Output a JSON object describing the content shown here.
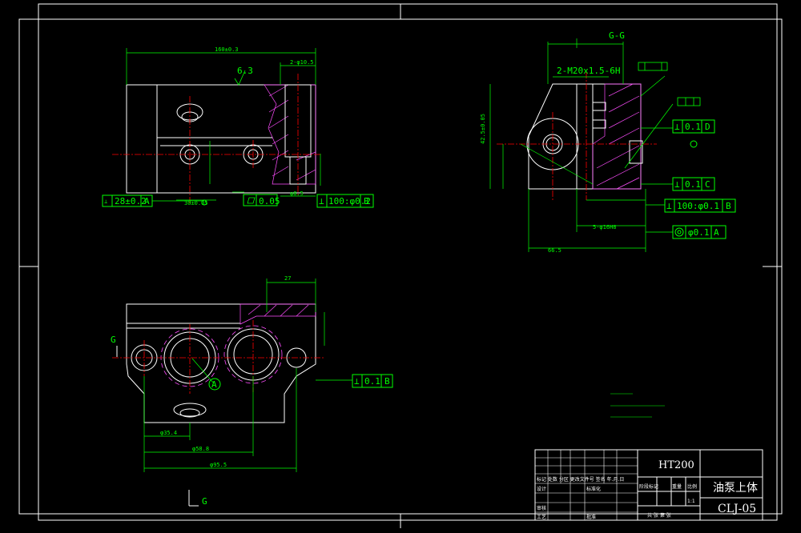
{
  "section_labels": {
    "section_top_right": "G-G",
    "view_bottom": "G"
  },
  "top_left_view": {
    "roughness": "6.3",
    "callout_flatness": "0.05",
    "callout_dim": "28±0.2",
    "callout_dim_ref": "A",
    "callout_perp": "⊥",
    "callout_perp_value": "100:φ0.2",
    "callout_perp_ref": "B"
  },
  "top_right_view": {
    "thread_spec": "2-M20x1.5-6H",
    "callout_1_value": "0.1",
    "callout_1_ref": "D",
    "callout_2_value": "0.1",
    "callout_2_ref": "C",
    "callout_3_value": "100:φ0.1",
    "callout_3_ref": "B",
    "callout_4_value": "φ0.1",
    "callout_4_ref": "A"
  },
  "bottom_view": {
    "datum_label": "A",
    "callout_value": "0.1",
    "callout_ref": "B"
  },
  "title_block": {
    "material": "HT200",
    "part_name": "油泵上体",
    "drawing_no": "CLJ-05",
    "scale_label": "比例",
    "scale_value": "1:1",
    "design": "设计",
    "review": "审核",
    "process": "工艺",
    "approve": "批准",
    "standardize": "标准化",
    "stage_mark": "阶段标记",
    "weight": "重量",
    "sheets": "共 张 第 张",
    "header_row": "标记 处数 分区 更改文件号 签名 年.月.日"
  }
}
